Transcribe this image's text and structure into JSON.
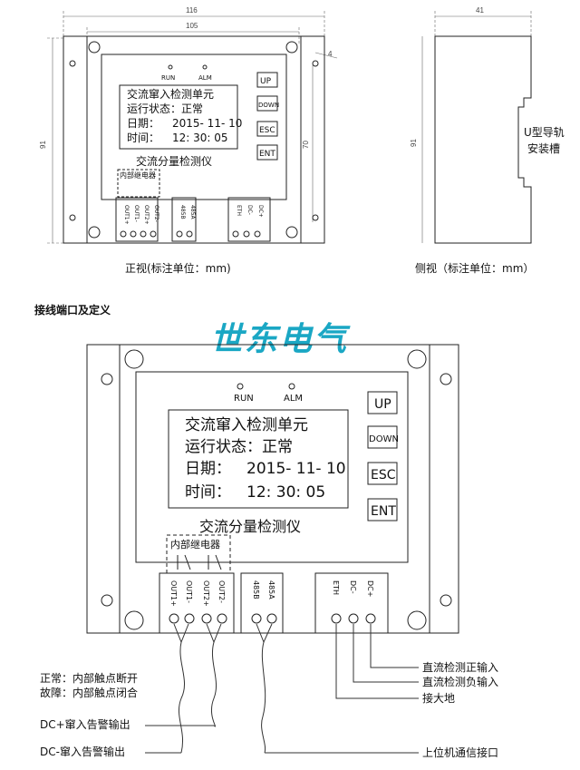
{
  "top_front": {
    "dims": {
      "overall_width": "116",
      "inner_width": "105",
      "height": "91",
      "inner_height": "70",
      "hole": "4"
    },
    "leds": {
      "run": "RUN",
      "alm": "ALM"
    },
    "lcd": {
      "line1": "交流窜入检测单元",
      "line2": "运行状态：正常",
      "line3_label": "日期：",
      "line3_value": "2015- 11- 10",
      "line4_label": "时间：",
      "line4_value": "12: 30: 05"
    },
    "buttons": [
      "UP",
      "DOWN",
      "ESC",
      "ENT"
    ],
    "product_name": "交流分量检测仪",
    "relay_label": "内部继电器",
    "terminals_left": [
      "OUT1+",
      "OUT1-",
      "OUT2+",
      "OUT2-"
    ],
    "terminals_mid": [
      "485B",
      "485A"
    ],
    "terminals_right": [
      "ETH",
      "DC-",
      "DC+"
    ],
    "caption": "正视(标注单位：mm)"
  },
  "top_side": {
    "dims": {
      "depth": "41",
      "height": "91"
    },
    "rail_label_1": "U型导轨",
    "rail_label_2": "安装槽",
    "caption": "侧视（标注单位：mm）"
  },
  "section_title": "接线端口及定义",
  "brand_watermark": "世东电气",
  "bottom": {
    "leds": {
      "run": "RUN",
      "alm": "ALM"
    },
    "lcd": {
      "line1": "交流窜入检测单元",
      "line2": "运行状态：正常",
      "line3_label": "日期：",
      "line3_value": "2015- 11- 10",
      "line4_label": "时间：",
      "line4_value": "12: 30: 05"
    },
    "buttons": [
      "UP",
      "DOWN",
      "ESC",
      "ENT"
    ],
    "product_name": "交流分量检测仪",
    "relay_label": "内部继电器",
    "terminals_left": [
      "OUT1+",
      "OUT1-",
      "OUT2+",
      "OUT2-"
    ],
    "terminals_mid": [
      "485B",
      "485A"
    ],
    "terminals_right": [
      "ETH",
      "DC-",
      "DC+"
    ],
    "notes": {
      "normal": "正常：内部触点断开",
      "fault": "故障：内部触点闭合",
      "dc_pos": "DC+窜入告警输出",
      "dc_neg": "DC-窜入告警输出",
      "dc_pos_in": "直流检测正输入",
      "dc_neg_in": "直流检测负输入",
      "ground": "接大地",
      "comm": "上位机通信接口"
    }
  }
}
